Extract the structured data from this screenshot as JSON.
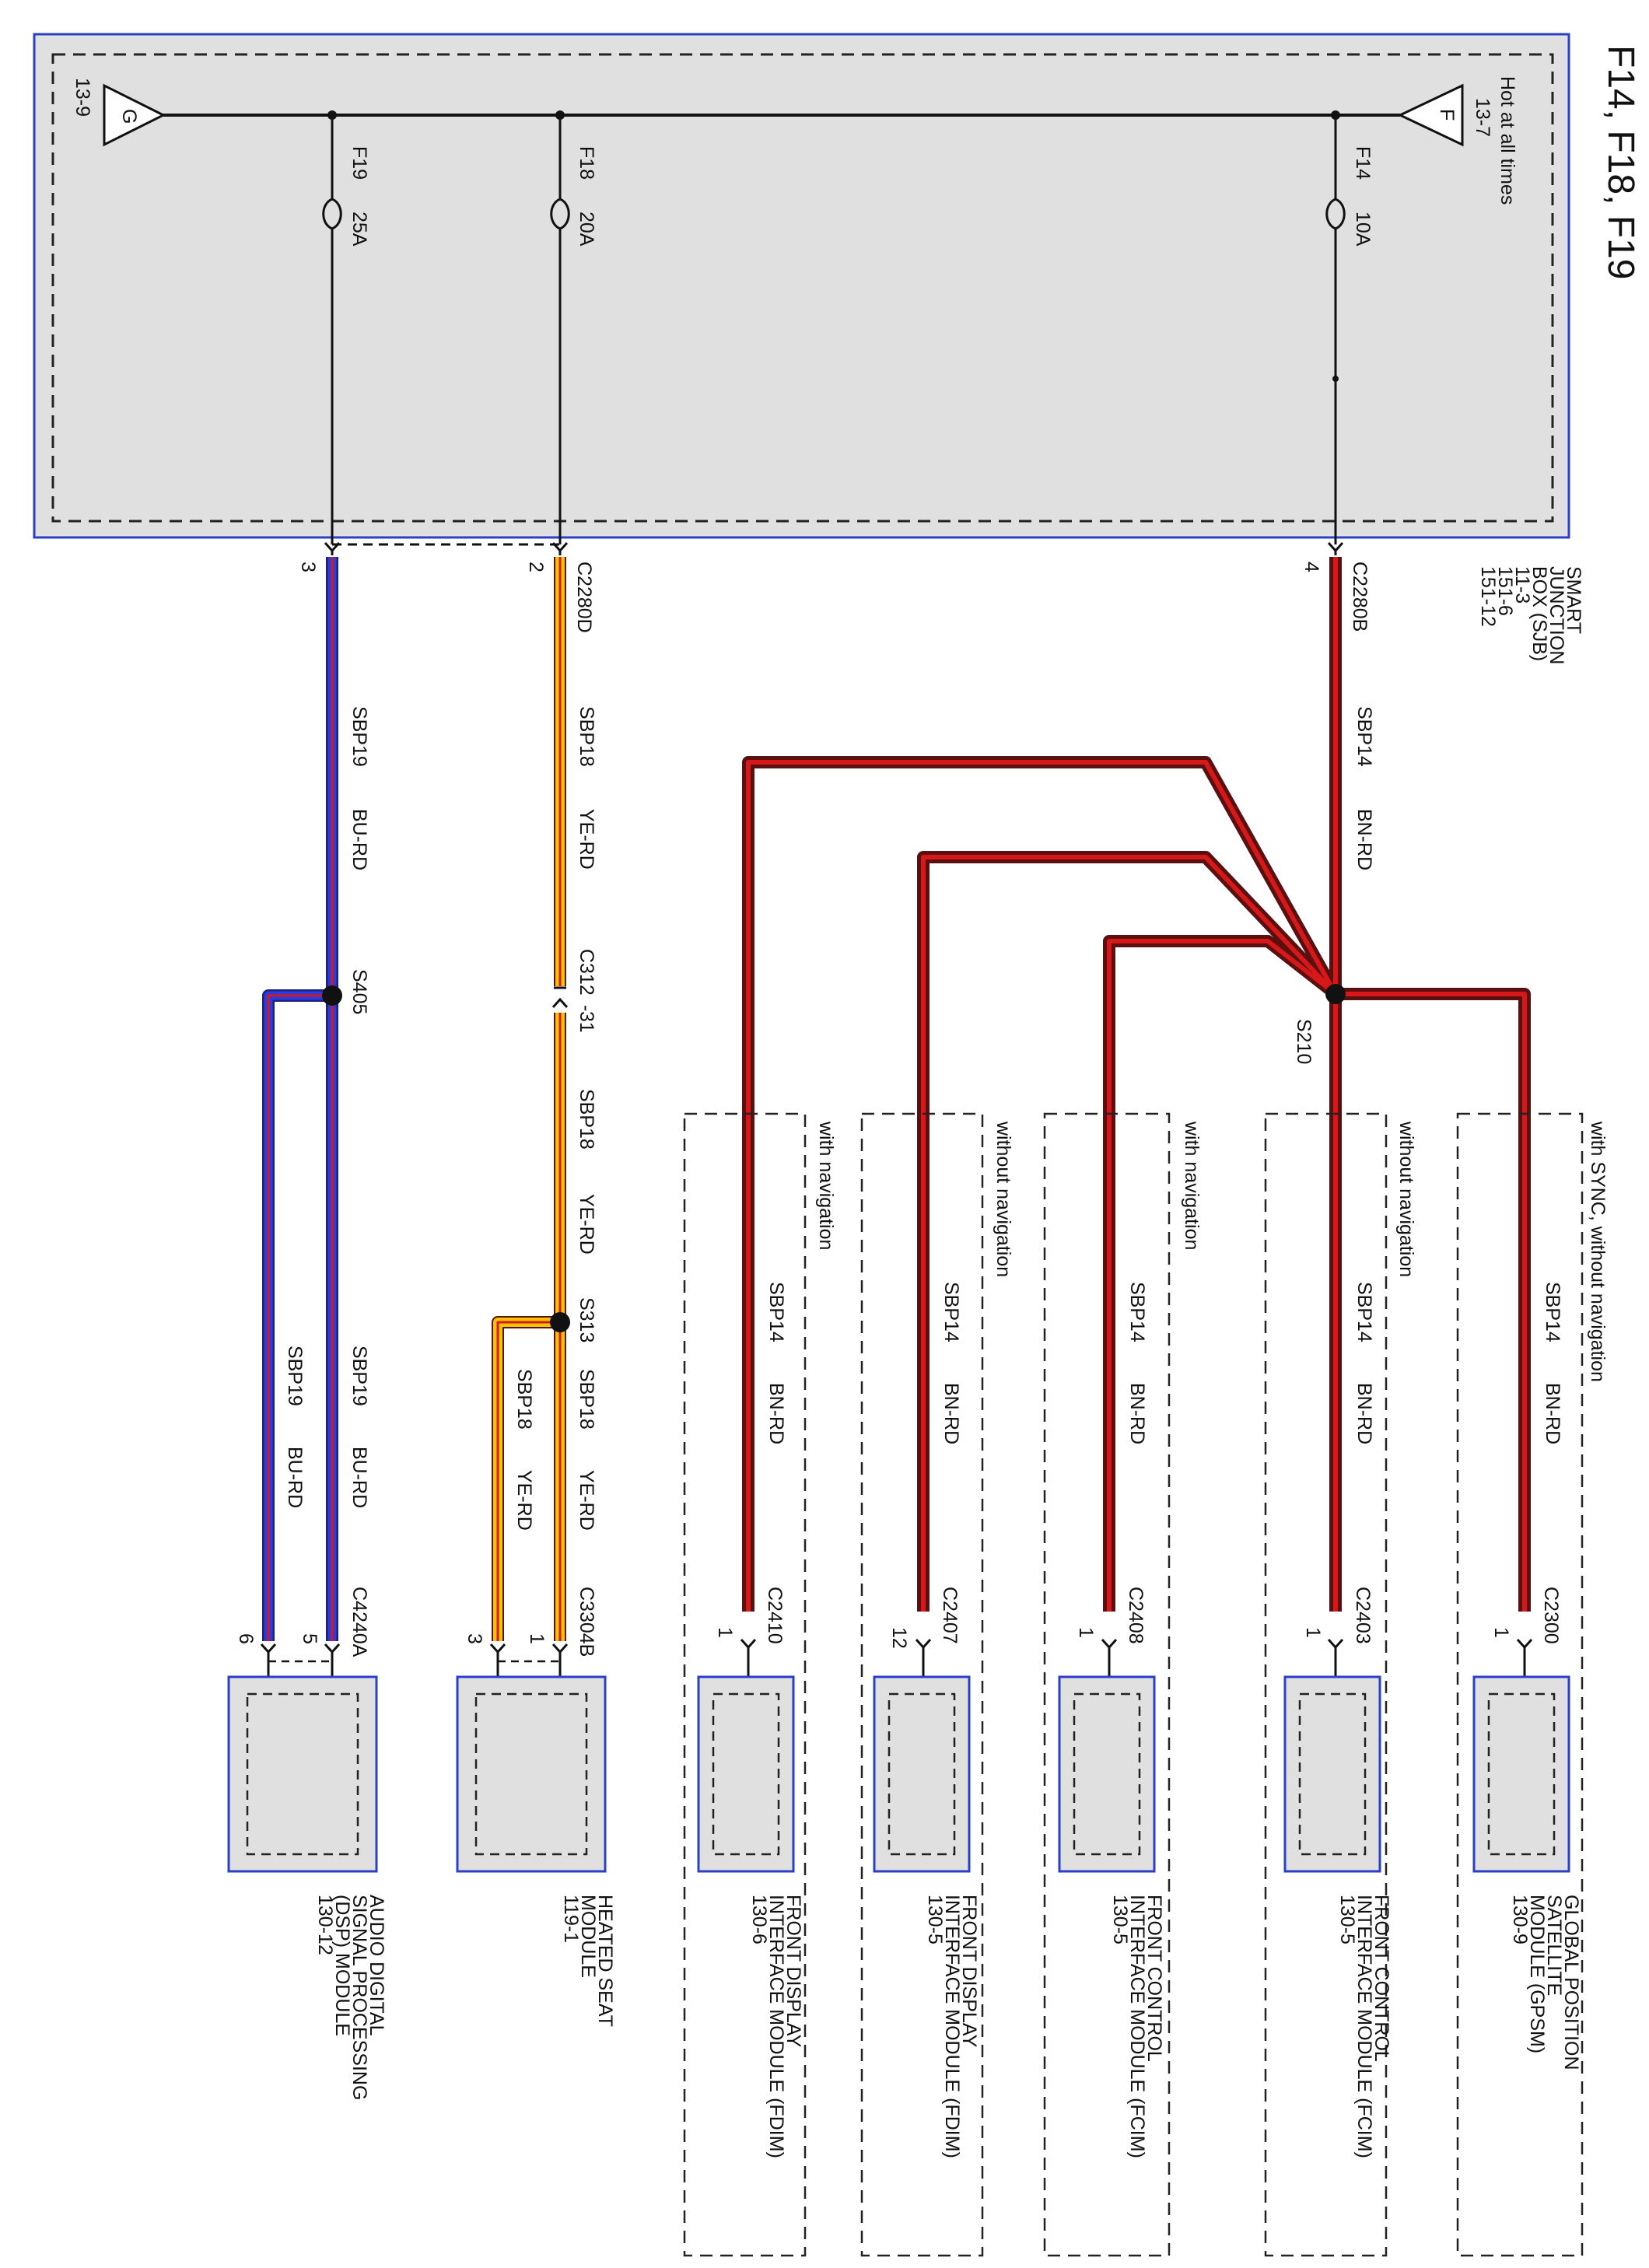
{
  "title": "F14, F18, F19",
  "colors": {
    "sjb_fill": "#e0e0e0",
    "box_border": "#2b3fc8",
    "brown_red": "#5a1010",
    "red_tracer": "#d81818",
    "yellow": "#f2c400",
    "blue": "#2a3be0"
  },
  "sjb": {
    "hot_label": "Hot at all times",
    "f_symbol": "F",
    "f_ref": "13-7",
    "g_symbol": "G",
    "g_ref": "13-9",
    "name_lines": [
      "SMART",
      "JUNCTION",
      "BOX (SJB)",
      "11-3",
      "151-6",
      "151-12"
    ],
    "fuses": [
      {
        "id": "F14",
        "rating": "10A"
      },
      {
        "id": "F18",
        "rating": "20A"
      },
      {
        "id": "F19",
        "rating": "25A"
      }
    ]
  },
  "connectors": {
    "c2280b": {
      "name": "C2280B",
      "pin": "4"
    },
    "c2280d": {
      "name": "C2280D",
      "pin": "2"
    },
    "c2280_pin3": "3",
    "c312": {
      "name": "C312",
      "pin": "31"
    },
    "c3304b": {
      "name": "C3304B",
      "pin1": "1",
      "pin3": "3"
    },
    "c4240a": {
      "name": "C4240A",
      "pin5": "5",
      "pin6": "6"
    }
  },
  "splices": {
    "s210": "S210",
    "s313": "S313",
    "s405": "S405"
  },
  "wires": {
    "sbp14": {
      "circuit": "SBP14",
      "color": "BN-RD"
    },
    "sbp18": {
      "circuit": "SBP18",
      "color": "YE-RD"
    },
    "sbp19": {
      "circuit": "SBP19",
      "color": "BU-RD"
    }
  },
  "options": {
    "opt_gpsm": "with SYNC, without navigation",
    "opt_fcim_nonav": "without navigation",
    "opt_fcim_nav": "with navigation",
    "opt_fdim_nonav": "without navigation",
    "opt_fdim_nav": "with navigation"
  },
  "modules": [
    {
      "key": "gpsm",
      "connector": "C2300",
      "pin": "1",
      "lines": [
        "GLOBAL POSITION",
        "SATELLITE",
        "MODULE (GPSM)",
        "130-9"
      ]
    },
    {
      "key": "fcim1",
      "connector": "C2403",
      "pin": "1",
      "lines": [
        "FRONT CONTROL",
        "INTERFACE MODULE (FCIM)",
        "130-5"
      ]
    },
    {
      "key": "fcim2",
      "connector": "C2408",
      "pin": "1",
      "lines": [
        "FRONT CONTROL",
        "INTERFACE MODULE (FCIM)",
        "130-5"
      ]
    },
    {
      "key": "fdim1",
      "connector": "C2407",
      "pin": "12",
      "lines": [
        "FRONT DISPLAY",
        "INTERFACE MODULE (FDIM)",
        "130-5"
      ]
    },
    {
      "key": "fdim2",
      "connector": "C2410",
      "pin": "1",
      "lines": [
        "FRONT DISPLAY",
        "INTERFACE MODULE (FDIM)",
        "130-6"
      ]
    },
    {
      "key": "hsm",
      "lines": [
        "HEATED SEAT",
        "MODULE",
        "119-1"
      ]
    },
    {
      "key": "dsp",
      "lines": [
        "AUDIO DIGITAL",
        "SIGNAL PROCESSING",
        "(DSP) MODULE",
        "130-12"
      ]
    }
  ]
}
